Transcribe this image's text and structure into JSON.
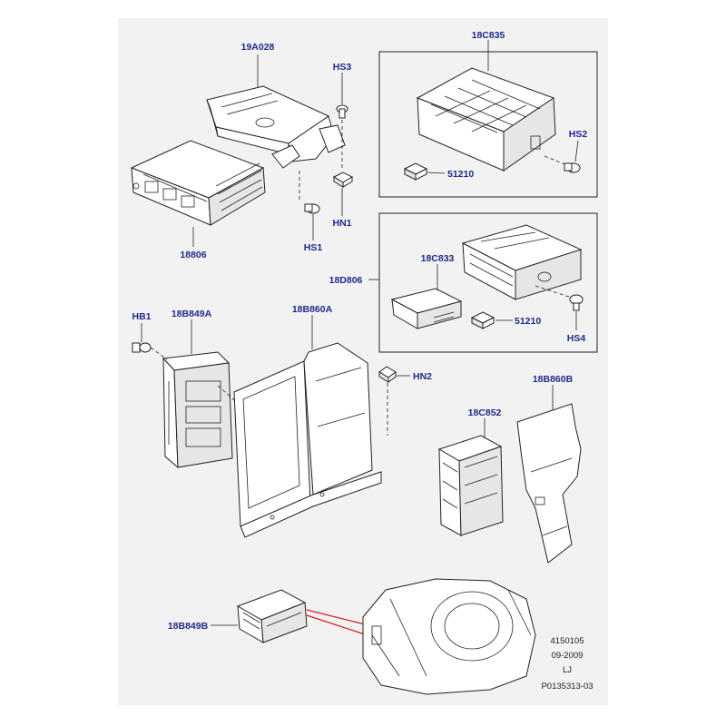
{
  "diagram": {
    "labels": {
      "19A028": "19A028",
      "HS3": "HS3",
      "18C835": "18C835",
      "HS2": "HS2",
      "51210a": "51210",
      "HN1": "HN1",
      "HS1": "HS1",
      "18806": "18806",
      "18C833": "18C833",
      "18D806": "18D806",
      "51210b": "51210",
      "HS4": "HS4",
      "HB1": "HB1",
      "18B849A": "18B849A",
      "18B860A": "18B860A",
      "HN2": "HN2",
      "18B860B": "18B860B",
      "18C852": "18C852",
      "18B849B": "18B849B"
    },
    "reference": {
      "line1": "4150105",
      "line2": "09-2009",
      "line3": "LJ",
      "line4": "P0135313-03"
    }
  }
}
